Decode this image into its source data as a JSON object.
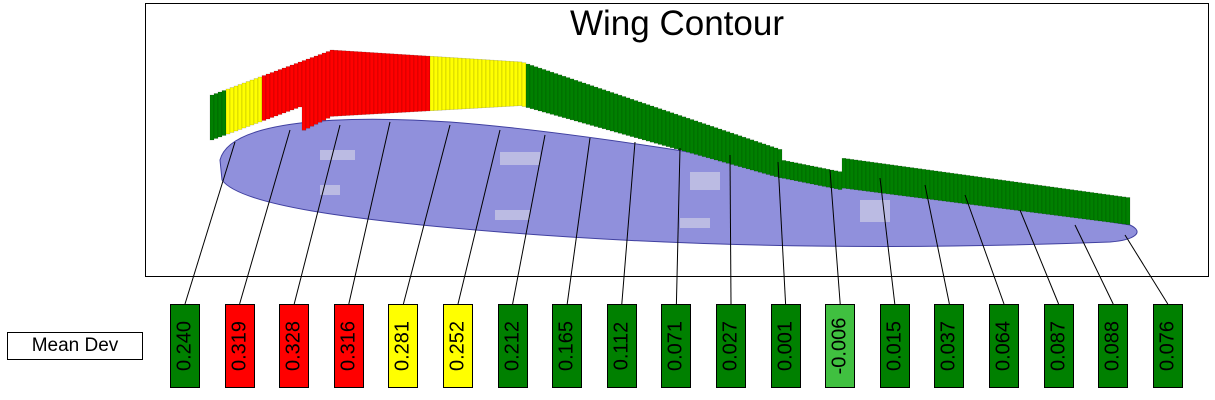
{
  "title": "Wing Contour",
  "row_label": "Mean Dev",
  "colors": {
    "red": "#ff0000",
    "yellow": "#ffff00",
    "green": "#008000",
    "light_green": "#40c040",
    "wing": "#6b6bd0"
  },
  "points": [
    {
      "value": "0.240",
      "status": "green"
    },
    {
      "value": "0.319",
      "status": "red"
    },
    {
      "value": "0.328",
      "status": "red"
    },
    {
      "value": "0.316",
      "status": "red"
    },
    {
      "value": "0.281",
      "status": "yellow"
    },
    {
      "value": "0.252",
      "status": "yellow"
    },
    {
      "value": "0.212",
      "status": "green"
    },
    {
      "value": "0.165",
      "status": "green"
    },
    {
      "value": "0.112",
      "status": "green"
    },
    {
      "value": "0.071",
      "status": "green"
    },
    {
      "value": "0.027",
      "status": "green"
    },
    {
      "value": "0.001",
      "status": "green"
    },
    {
      "value": "-0.006",
      "status": "light_green"
    },
    {
      "value": "0.015",
      "status": "green"
    },
    {
      "value": "0.037",
      "status": "green"
    },
    {
      "value": "0.064",
      "status": "green"
    },
    {
      "value": "0.087",
      "status": "green"
    },
    {
      "value": "0.088",
      "status": "green"
    },
    {
      "value": "0.076",
      "status": "green"
    }
  ]
}
